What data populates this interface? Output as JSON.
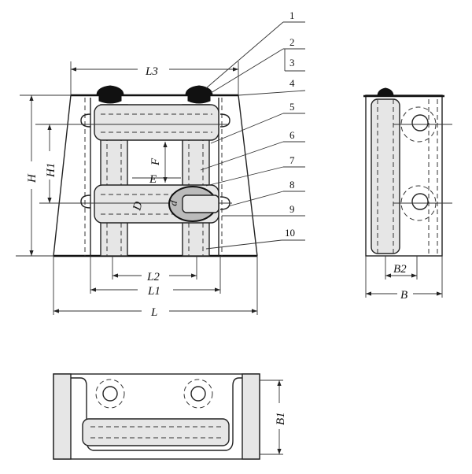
{
  "part_numbers": [
    "1",
    "2",
    "3",
    "4",
    "5",
    "6",
    "7",
    "8",
    "9",
    "10"
  ],
  "front_view": {
    "dims": {
      "L3": "L3",
      "H": "H",
      "H1": "H1",
      "F": "F",
      "E": "E",
      "D": "D",
      "d": "d",
      "L2": "L2",
      "L1": "L1",
      "L": "L"
    }
  },
  "side_view": {
    "dims": {
      "B2": "B2",
      "B": "B"
    }
  },
  "top_view": {
    "dims": {
      "B1": "B1"
    }
  }
}
